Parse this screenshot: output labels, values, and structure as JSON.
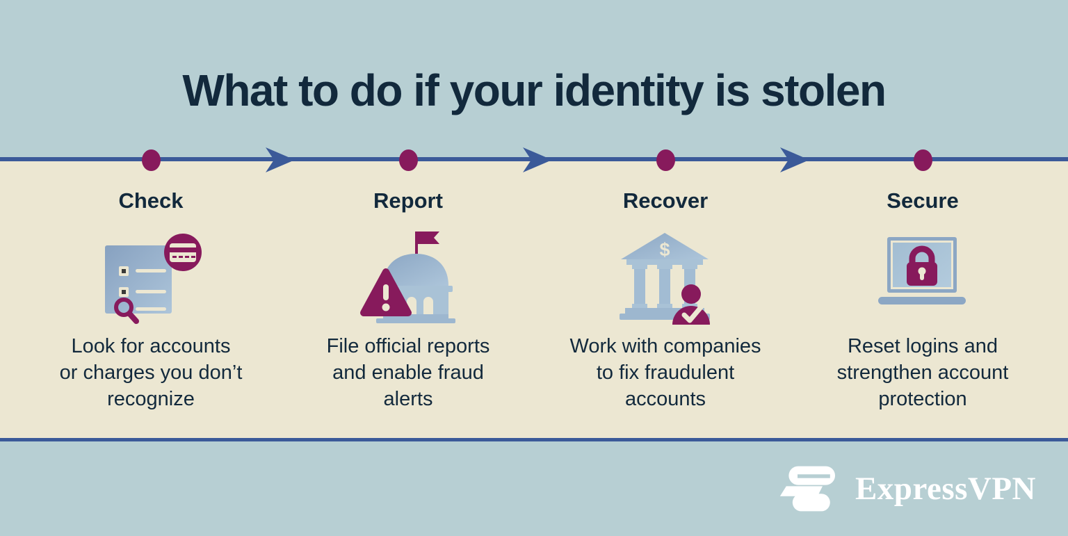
{
  "infographic": {
    "title": "What to do if your identity is stolen",
    "steps": [
      {
        "label": "Check",
        "icon": "document-search-icon",
        "description": "Look for accounts\nor charges you don’t\nrecognize"
      },
      {
        "label": "Report",
        "icon": "government-warning-icon",
        "description": "File official reports\nand enable fraud\nalerts"
      },
      {
        "label": "Recover",
        "icon": "bank-person-check-icon",
        "description": "Work with companies\nto fix fraudulent\naccounts"
      },
      {
        "label": "Secure",
        "icon": "laptop-padlock-icon",
        "description": "Reset logins and\nstrengthen account\nprotection"
      }
    ],
    "icons": {
      "bank_dollar_symbol": "$"
    },
    "footer": {
      "brand_name": "ExpressVPN"
    },
    "colors": {
      "background_top": "#b7cfd3",
      "background_middle": "#ece7d2",
      "timeline_blue": "#3b5a99",
      "accent_maroon": "#871a5c",
      "text_navy": "#12293c",
      "icon_blue": "#8ca7c4",
      "icon_blue_light": "#a9c2d6",
      "logo_white": "#ffffff"
    }
  }
}
